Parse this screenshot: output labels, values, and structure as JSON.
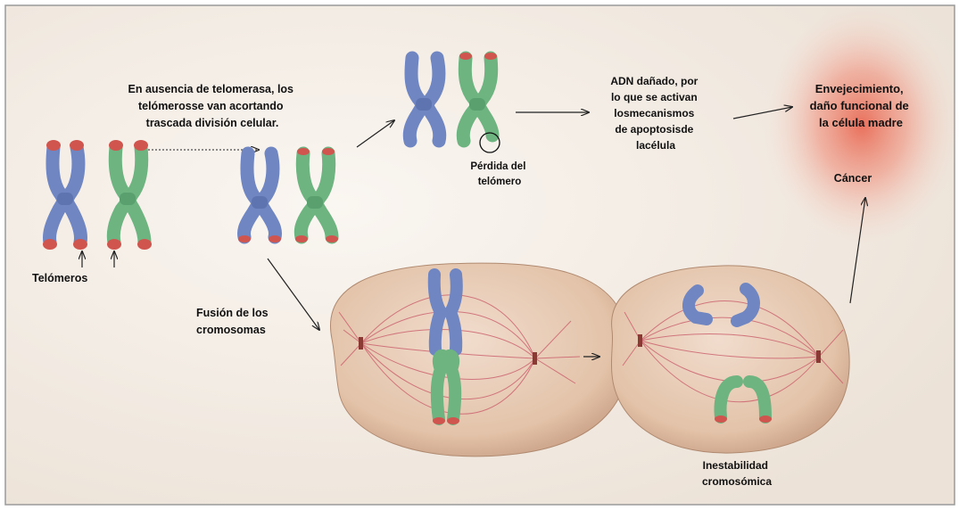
{
  "labels": {
    "telomerase_text": [
      "En ausencia de telomerasa, los",
      "telómerosse van acortando",
      "trascada división  celular."
    ],
    "telomeros": "Telómeros",
    "perdida": [
      "Pérdida del",
      "telómero"
    ],
    "adn": [
      "ADN dañado, por",
      "lo que se activan",
      "losmecanismos",
      "de apoptosisde",
      "lacélula"
    ],
    "envejecimiento": [
      "Envejecimiento,",
      "daño funcional de",
      "la célula madre"
    ],
    "cancer": "Cáncer",
    "fusion": [
      "Fusión de los",
      "cromosomas"
    ],
    "inestabilidad": [
      "Inestabilidad",
      "cromosómica"
    ]
  },
  "colors": {
    "background": "#f3ede6",
    "chromatid_blue": "#6f86c2",
    "chromatid_green": "#6db481",
    "telomere_red": "#d0554f",
    "cell": "#e5c8b1",
    "spindle": "#cc6470",
    "glow": "#e86a55"
  }
}
